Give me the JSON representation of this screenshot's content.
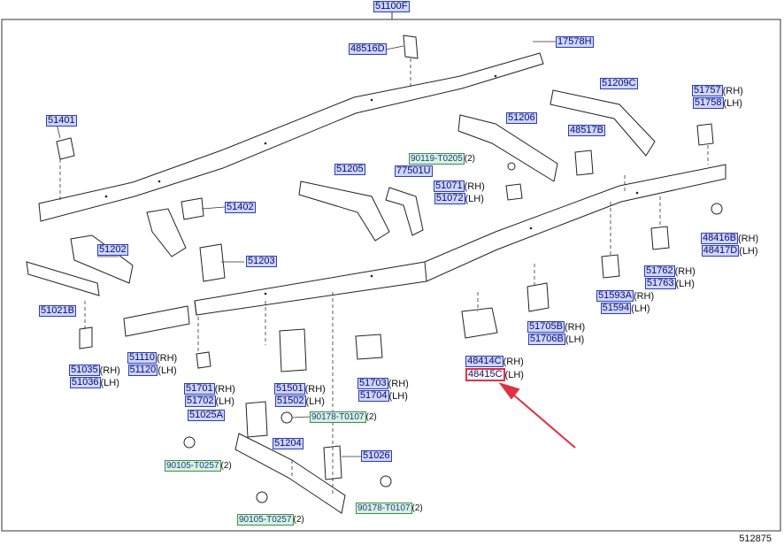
{
  "top_part": "51100F",
  "ref_code": "512875",
  "labels": {
    "p48516D": "48516D",
    "p17578H": "17578H",
    "p51209C": "51209C",
    "p51757": "51757",
    "p51758": "51758",
    "p51401": "51401",
    "p51206": "51206",
    "p48517B": "48517B",
    "p9011": "90119-T0205",
    "p51205": "51205",
    "p77501U": "77501U",
    "p51071": "51071",
    "p51072": "51072",
    "p51402": "51402",
    "p48416B": "48416B",
    "p48417D": "48417D",
    "p51202": "51202",
    "p51203": "51203",
    "p51762": "51762",
    "p51763": "51763",
    "p51021B": "51021B",
    "p51593A": "51593A",
    "p51594": "51594",
    "p51705B": "51705B",
    "p51706B": "51706B",
    "p51035": "51035",
    "p51036": "51036",
    "p51110": "51110",
    "p51120": "51120",
    "p48414C": "48414C",
    "p48415C": "48415C",
    "p51701": "51701",
    "p51702": "51702",
    "p51501": "51501",
    "p51502": "51502",
    "p51703": "51703",
    "p51704": "51704",
    "p51025A": "51025A",
    "p90178a": "90178-T0107",
    "p51204": "51204",
    "p51026": "51026",
    "p90105a": "90105-T0257",
    "p90105b": "90105-T0257",
    "p90178b": "90178-T0107"
  },
  "sides": {
    "rh": "(RH)",
    "lh": "(LH)"
  },
  "qty": {
    "two": "(2)"
  },
  "colors": {
    "highlight": "#e23040",
    "arrow": "#e23040",
    "label_fill": "#cfd6ff",
    "label_border": "#2a3fb5"
  }
}
